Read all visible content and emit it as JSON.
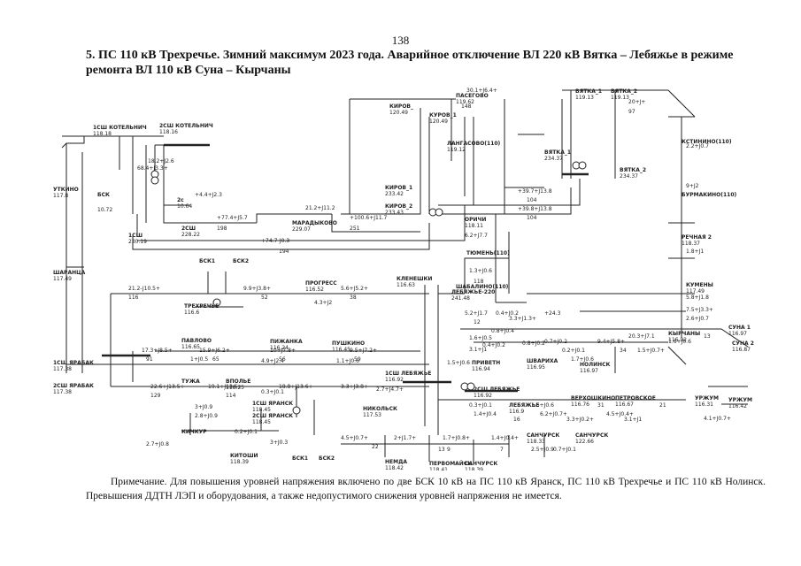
{
  "page_number": "138",
  "title": "5. ПС 110 кВ Трехречье. Зимний максимум 2023 года. Аварийное отключение ВЛ 220 кВ Вятка – Лебяжье в режиме ремонта ВЛ 110 кВ Суна – Кырчаны",
  "note": "Примечание. Для повышения уровней напряжения включено по две БСК 10 кВ на ПС 110 кВ Яранск, ПС 110 кВ Трехречье и ПС 110 кВ Нолинск. Превышения ДДТН ЛЭП и оборудования, а также недопустимого снижения уровней напряжения не имеется.",
  "diagram": {
    "nodes": [
      {
        "id": "kotelnich1",
        "name": "1СШ КОТЕЛЬНИЧ",
        "voltage": "118.18"
      },
      {
        "id": "kotelnich2",
        "name": "2СШ КОТЕЛЬНИЧ",
        "voltage": "118.16"
      },
      {
        "id": "kotelnich220",
        "name": "1СШ",
        "voltage": "230.19"
      },
      {
        "id": "kotelnich220b",
        "name": "2СШ",
        "voltage": "228.22"
      },
      {
        "id": "utkino",
        "name": "УТКИНО",
        "voltage": "117.8"
      },
      {
        "id": "bsk_kot",
        "name": "БСК",
        "voltage": ""
      },
      {
        "id": "bsk_kot_v",
        "name": "",
        "voltage": "10.72"
      },
      {
        "id": "bsk_kot2",
        "name": "2с",
        "voltage": "10.64"
      },
      {
        "id": "pasegovo",
        "name": "ПАСЕГОВО",
        "voltage": "119.62"
      },
      {
        "id": "kirov",
        "name": "КИРОВ_",
        "voltage": "120.49"
      },
      {
        "id": "kirov110",
        "name": "КУРОВ_1",
        "voltage": "120.49"
      },
      {
        "id": "langasovo",
        "name": "ЛАНГАСОВО(110)",
        "voltage": "119.12"
      },
      {
        "id": "kirov1",
        "name": "КИРОВ_1",
        "voltage": "233.42"
      },
      {
        "id": "kirov2",
        "name": "КИРОВ_2",
        "voltage": "233.43"
      },
      {
        "id": "vyatka1",
        "name": "ВЯТКА_1",
        "voltage": "119.13"
      },
      {
        "id": "vyatka2",
        "name": "ВЯТКА_2",
        "voltage": "119.13"
      },
      {
        "id": "vyatka220_1",
        "name": "ВЯТКА_1",
        "voltage": "234.37"
      },
      {
        "id": "vyatka220_2",
        "name": "ВЯТКА_2",
        "voltage": "234.37"
      },
      {
        "id": "kstinino",
        "name": "КСТИНИНО(110)",
        "voltage": ""
      },
      {
        "id": "burmakino",
        "name": "БУРМАКИНО(110)",
        "voltage": ""
      },
      {
        "id": "rechnaya",
        "name": "РЕЧНАЯ 2",
        "voltage": "118.37"
      },
      {
        "id": "kumeny",
        "name": "КУМЕНЫ",
        "voltage": "117.49"
      },
      {
        "id": "suna1",
        "name": "СУНА 1",
        "voltage": "116.97"
      },
      {
        "id": "suna2",
        "name": "СУНА 2",
        "voltage": "116.87"
      },
      {
        "id": "orichi",
        "name": "ОРИЧИ",
        "voltage": "118.11"
      },
      {
        "id": "marad",
        "name": "МАРАДЫКОВО",
        "voltage": "229.07"
      },
      {
        "id": "tyumen",
        "name": "ТЮМЕНЬ(110)",
        "voltage": ""
      },
      {
        "id": "shabalino",
        "name": "ШАБАЛИНО(110)",
        "voltage": ""
      },
      {
        "id": "lebyazhe220",
        "name": "ЛЕБЯЖЬЕ-220",
        "voltage": "241.48"
      },
      {
        "id": "sharanga",
        "name": "ШАРАНЦА",
        "voltage": "117.49"
      },
      {
        "id": "trehreche",
        "name": "ТРЕХРЕЧЬЕ",
        "voltage": "116.6"
      },
      {
        "id": "bsk1",
        "name": "БСК1",
        "voltage": ""
      },
      {
        "id": "bsk2",
        "name": "БСК2",
        "voltage": ""
      },
      {
        "id": "progress",
        "name": "ПРОГРЕСС",
        "voltage": "116.52"
      },
      {
        "id": "kleneshki",
        "name": "КЛЕНЕШКИ",
        "voltage": "116.63"
      },
      {
        "id": "pavlovo",
        "name": "ПАВЛОВО",
        "voltage": "116.65"
      },
      {
        "id": "pizhanka",
        "name": "ПИЖАНКА",
        "voltage": "116.24"
      },
      {
        "id": "pushkino",
        "name": "ПУШКИНО",
        "voltage": "116.45"
      },
      {
        "id": "lebyazhe1",
        "name": "1СШ ЛЕБЯЖЬЕ",
        "voltage": "116.92"
      },
      {
        "id": "lebyazhe2",
        "name": "2СШ ЛЕБЯЖЬЕ",
        "voltage": "116.92"
      },
      {
        "id": "yarab",
        "name": "1СШ ЯРАБАК",
        "voltage": "117.38"
      },
      {
        "id": "yarab2",
        "name": "2СШ ЯРАБАК",
        "voltage": "117.38"
      },
      {
        "id": "tuzha",
        "name": "ТУЖА",
        "voltage": ""
      },
      {
        "id": "vpolye",
        "name": "ВПОЛЬЕ",
        "voltage": "118.25"
      },
      {
        "id": "yaransk",
        "name": "1СШ ЯРАНСК",
        "voltage": "118.45"
      },
      {
        "id": "yaransk2",
        "name": "2СШ ЯРАНСК",
        "voltage": "118.45"
      },
      {
        "id": "kikchur",
        "name": "КИЧКУР",
        "voltage": ""
      },
      {
        "id": "kitoshi",
        "name": "КИТОШИ",
        "voltage": "118.39"
      },
      {
        "id": "bsk_yar1",
        "name": "БСК1",
        "voltage": ""
      },
      {
        "id": "bsk_yar2",
        "name": "БСК2",
        "voltage": ""
      },
      {
        "id": "nikolsk",
        "name": "НИКОЛЬСК",
        "voltage": "117.53"
      },
      {
        "id": "nemda",
        "name": "НЕМДА",
        "voltage": "118.42"
      },
      {
        "id": "pervomaysk",
        "name": "ПЕРВОМАЙСК",
        "voltage": "118.41"
      },
      {
        "id": "sanchursk",
        "name": "САНЧУРСК",
        "voltage": "118.39"
      },
      {
        "id": "sanchursk2",
        "name": "САНЧУРСК",
        "voltage": "118.33"
      },
      {
        "id": "sanchursk3",
        "name": "САНЧУРСК",
        "voltage": "122.66"
      },
      {
        "id": "privetn",
        "name": "ПРИВЕТН",
        "voltage": "116.94"
      },
      {
        "id": "shvarikha",
        "name": "ШВАРИХА",
        "voltage": "116.95"
      },
      {
        "id": "nolinsk",
        "name": "НОЛИНСК",
        "voltage": "116.97"
      },
      {
        "id": "kyrchany",
        "name": "КЫРЧАНЫ",
        "voltage": "116.92"
      },
      {
        "id": "lebyazhe_bus",
        "name": "ЛЕБЯЖЬЕ",
        "voltage": "116.9"
      },
      {
        "id": "verkhoshkin",
        "name": "ВЕРХОШКИНО",
        "voltage": "116.76"
      },
      {
        "id": "petrovskoe",
        "name": "ПЕТРОВСКОЕ",
        "voltage": "116.67"
      },
      {
        "id": "urzhum",
        "name": "УРЖУМ",
        "voltage": "116.31"
      },
      {
        "id": "urzhum2",
        "name": "УРЖУМ",
        "voltage": "116.42"
      }
    ],
    "flow_labels": [
      "30.1+J6.4+",
      "148",
      "68.4+J3.3+",
      "18.2+J2.6",
      "+4.4+J2.3",
      "+77.4+J5.7",
      "198",
      "21.2+J11.2",
      "+100.6+J11.7",
      "251",
      "+74.7-J0.3",
      "194",
      "+39.7+J13.8",
      "104",
      "+39.8+J13.8",
      "104",
      "20+J+",
      "97",
      "2.2+J0.7",
      "9+J2",
      "1.8+J1",
      "5.8+J1.8",
      "6.2+J7.7",
      "1.3+J0.6",
      "118",
      "21.2-J10.5+",
      "116",
      "9.9+J3.8+",
      "52",
      "5.6+J5.2+",
      "38",
      "4.3+J2",
      "17.3+J8.5+",
      "91",
      "15.9+J6.2+",
      "65",
      "10+J7.8+",
      "56",
      "9.5+J7.2+",
      "59",
      "1+J0.5",
      "4.9+J2.4",
      "1.1+J0.6",
      "22.6+J13.5+",
      "129",
      "19.1+J13.5+",
      "114",
      "18.8+J13.6+",
      "3.3+J3.8+",
      "2.7+J4.7+",
      "0.3+J0.1",
      "3+J0.9",
      "2.8+J0.9",
      "0.2+J0.1",
      "2.7+J0.8",
      "3+J0.3",
      "4.5+J0.7+",
      "2+J1.7+",
      "1.7+J0.8+",
      "1.4+J0.4+",
      "22",
      "13",
      "9",
      "7",
      "2.5+J0.9",
      "0.7+J0.1",
      "0.3+J0.1",
      "1.4+J0.4",
      "1.6+J0.6",
      "6.2+J0.7+",
      "31",
      "4.5+J0.4+",
      "21",
      "4.1+J0.7+",
      "16",
      "3.3+J0.2+",
      "3.1+J1",
      "1.6+J0.5",
      "0.4+J0.2",
      "0.8+J0.2",
      "0.7+J0.2",
      "0.2+J0.1",
      "9.4+J5.8+",
      "34",
      "1.5+J0.7+",
      "1.6+J0.6",
      "7.5+J3.3+",
      "2.6+J0.7",
      "13",
      "3.1+J1",
      "5.2+J1.7",
      "12",
      "0.8+J0.4",
      "0.4+J0.2",
      "3.3+J1.3+",
      "+24.3",
      "1.7+J0.6",
      "20.3+J7.1",
      "1.5+J0.6"
    ]
  }
}
